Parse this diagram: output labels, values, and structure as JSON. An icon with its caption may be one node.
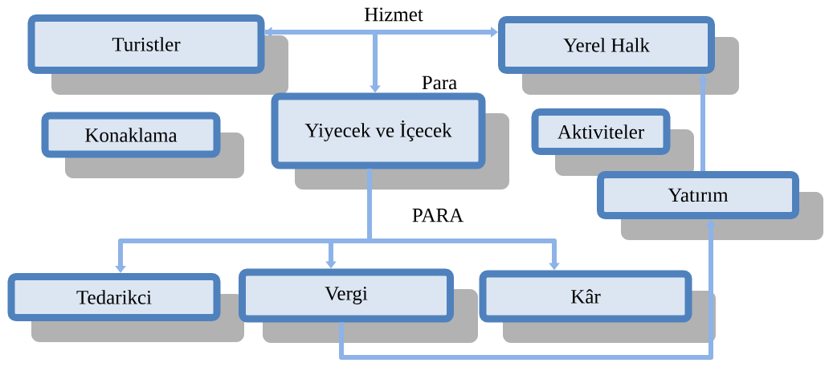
{
  "diagram": {
    "nodes": [
      {
        "text": [
          "Turistler"
        ]
      },
      {
        "text": [
          "Yerel Halk"
        ]
      },
      {
        "text": [
          "Konaklama"
        ]
      },
      {
        "text": [
          "Yiyecek ve İçecek"
        ]
      },
      {
        "text": [
          "Aktiviteler"
        ]
      },
      {
        "text": [
          "Yatırım"
        ]
      },
      {
        "text": [
          "Tedarikci"
        ]
      },
      {
        "text": [
          "Vergi"
        ]
      },
      {
        "text": [
          "Kâr"
        ]
      }
    ],
    "edges": [
      {
        "from": 0,
        "to": 1,
        "arrow": "both",
        "label": "Hizmet"
      },
      {
        "from": 0,
        "to": 3,
        "arrow": "to",
        "label": "Para"
      },
      {
        "from": 3,
        "to": 6,
        "arrow": "to"
      },
      {
        "from": 3,
        "to": 7,
        "arrow": "to",
        "label": "PARA"
      },
      {
        "from": 3,
        "to": 8,
        "arrow": "to"
      },
      {
        "from": 7,
        "to": 5,
        "arrow": "to"
      },
      {
        "from": 5,
        "to": 1,
        "arrow": "to"
      }
    ]
  }
}
